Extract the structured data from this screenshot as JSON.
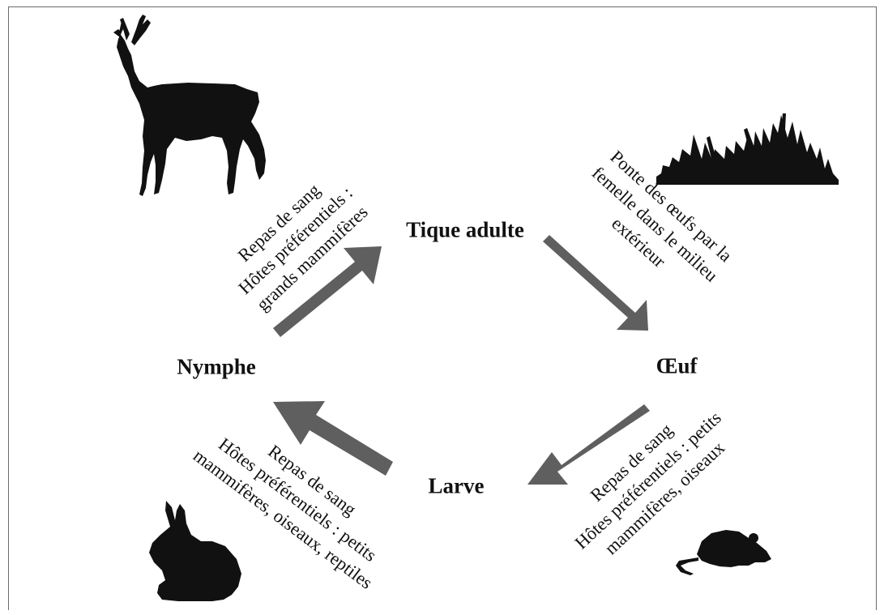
{
  "stages": {
    "adult": "Tique adulte",
    "egg": "Œuf",
    "larva": "Larve",
    "nymph": "Nymphe"
  },
  "transitions": {
    "adult_to_egg": [
      "Ponte des œufs par la",
      "femelle dans le milieu",
      "extérieur"
    ],
    "egg_to_larva": [
      "Repas de sang",
      "Hôtes préférentiels : petits",
      "mammifères, oiseaux"
    ],
    "larva_to_nymph": [
      "Repas de sang",
      "Hôtes préférentiels : petits",
      "mammifères, oiseaux, reptiles"
    ],
    "nymph_to_adult": [
      "Repas de sang",
      "Hôtes préférentiels :",
      "grands mammifères"
    ]
  },
  "colors": {
    "arrow": "#5f5f5f",
    "silhouette": "#111111"
  },
  "icons": [
    "deer-icon",
    "grass-icon",
    "mouse-icon",
    "rabbit-icon"
  ]
}
